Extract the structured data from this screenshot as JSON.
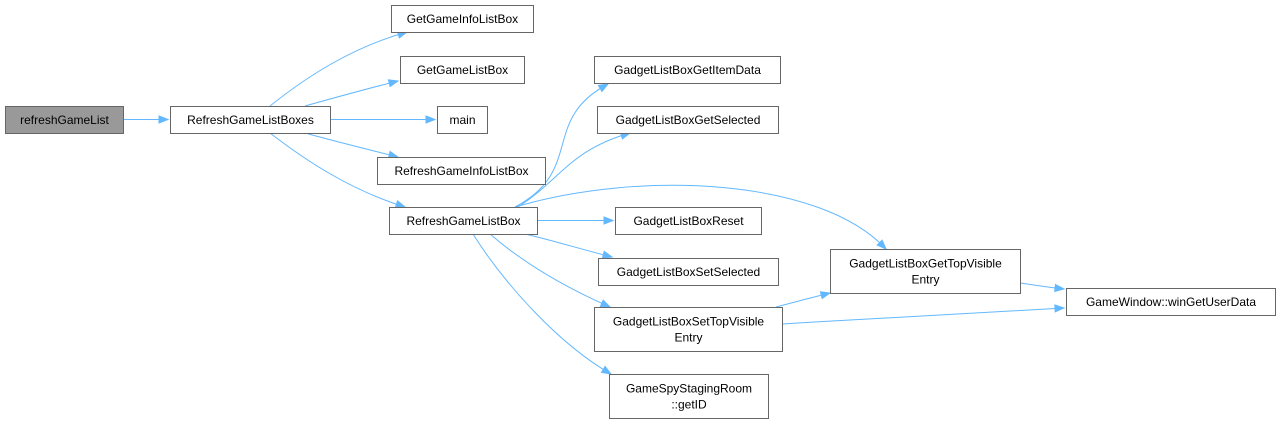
{
  "graph": {
    "nodes": {
      "refreshGameList": {
        "lines": [
          "refreshGameList"
        ],
        "root": true
      },
      "RefreshGameListBoxes": {
        "lines": [
          "RefreshGameListBoxes"
        ]
      },
      "GetGameInfoListBox": {
        "lines": [
          "GetGameInfoListBox"
        ]
      },
      "GetGameListBox": {
        "lines": [
          "GetGameListBox"
        ]
      },
      "main": {
        "lines": [
          "main"
        ]
      },
      "RefreshGameInfoListBox": {
        "lines": [
          "RefreshGameInfoListBox"
        ]
      },
      "RefreshGameListBox": {
        "lines": [
          "RefreshGameListBox"
        ]
      },
      "GadgetListBoxGetItemData": {
        "lines": [
          "GadgetListBoxGetItemData"
        ]
      },
      "GadgetListBoxGetSelected": {
        "lines": [
          "GadgetListBoxGetSelected"
        ]
      },
      "GadgetListBoxReset": {
        "lines": [
          "GadgetListBoxReset"
        ]
      },
      "GadgetListBoxSetSelected": {
        "lines": [
          "GadgetListBoxSetSelected"
        ]
      },
      "GadgetListBoxSetTopVisibleEntry": {
        "lines": [
          "GadgetListBoxSetTopVisible",
          "Entry"
        ]
      },
      "GameSpyStagingRoomGetID": {
        "lines": [
          "GameSpyStagingRoom",
          "::getID"
        ]
      },
      "GadgetListBoxGetTopVisibleEntry": {
        "lines": [
          "GadgetListBoxGetTopVisible",
          "Entry"
        ]
      },
      "GameWindowWinGetUserData": {
        "lines": [
          "GameWindow::winGetUserData"
        ]
      }
    },
    "edges": [
      {
        "from": "refreshGameList",
        "to": "RefreshGameListBoxes"
      },
      {
        "from": "RefreshGameListBoxes",
        "to": "GetGameInfoListBox"
      },
      {
        "from": "RefreshGameListBoxes",
        "to": "GetGameListBox"
      },
      {
        "from": "RefreshGameListBoxes",
        "to": "main"
      },
      {
        "from": "RefreshGameListBoxes",
        "to": "RefreshGameInfoListBox"
      },
      {
        "from": "RefreshGameListBoxes",
        "to": "RefreshGameListBox"
      },
      {
        "from": "RefreshGameListBox",
        "to": "GadgetListBoxGetItemData"
      },
      {
        "from": "RefreshGameListBox",
        "to": "GadgetListBoxGetSelected"
      },
      {
        "from": "RefreshGameListBox",
        "to": "GadgetListBoxGetTopVisibleEntry"
      },
      {
        "from": "RefreshGameListBox",
        "to": "GadgetListBoxReset"
      },
      {
        "from": "RefreshGameListBox",
        "to": "GadgetListBoxSetSelected"
      },
      {
        "from": "RefreshGameListBox",
        "to": "GadgetListBoxSetTopVisibleEntry"
      },
      {
        "from": "RefreshGameListBox",
        "to": "GameSpyStagingRoomGetID"
      },
      {
        "from": "GadgetListBoxGetTopVisibleEntry",
        "to": "GameWindowWinGetUserData"
      },
      {
        "from": "GadgetListBoxSetTopVisibleEntry",
        "to": "GadgetListBoxGetTopVisibleEntry"
      },
      {
        "from": "GadgetListBoxSetTopVisibleEntry",
        "to": "GameWindowWinGetUserData"
      }
    ]
  }
}
